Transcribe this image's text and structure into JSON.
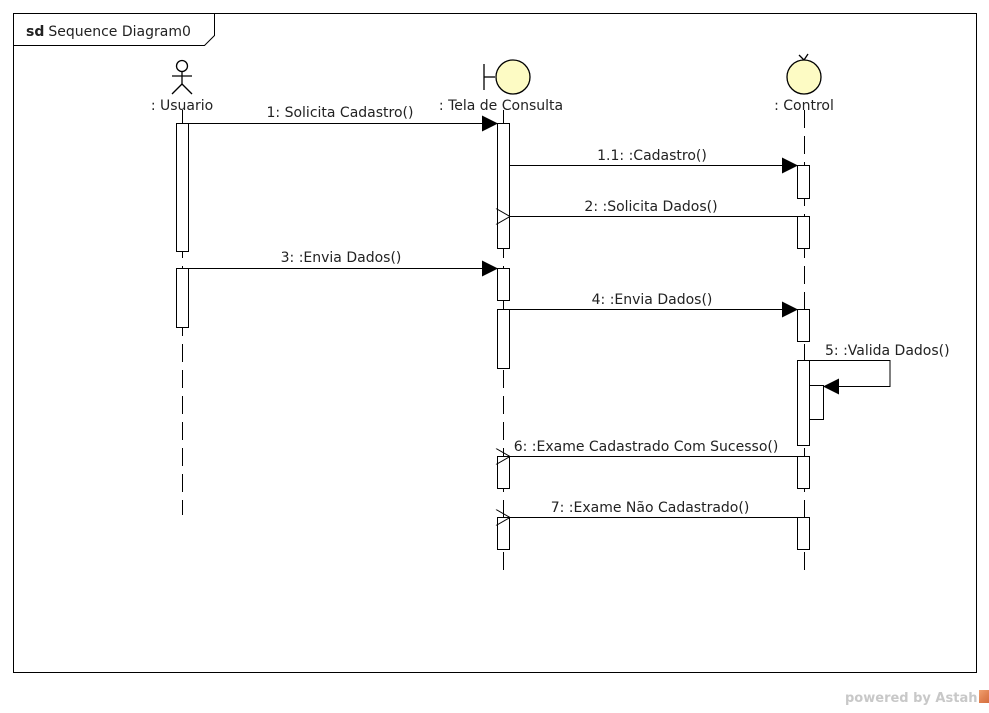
{
  "frame": {
    "keyword": "sd",
    "name": "Sequence Diagram0"
  },
  "lifelines": {
    "usuario": {
      "label": ": Usuario",
      "kind": "actor"
    },
    "tela": {
      "label": ": Tela de Consulta",
      "kind": "boundary"
    },
    "control": {
      "label": ": Control",
      "kind": "control"
    }
  },
  "messages": {
    "m1": "1: Solicita Cadastro()",
    "m1_1": "1.1: :Cadastro()",
    "m2": "2: :Solicita Dados()",
    "m3": "3: :Envia Dados()",
    "m4": "4: :Envia Dados()",
    "m5": "5: :Valida Dados()",
    "m6": "6: :Exame Cadastrado Com Sucesso()",
    "m7": "7: :Exame Não Cadastrado()"
  },
  "colors": {
    "lifeline_fill": "#fdfbc4",
    "line": "#000000"
  },
  "watermark": {
    "text": "powered by Astah"
  }
}
